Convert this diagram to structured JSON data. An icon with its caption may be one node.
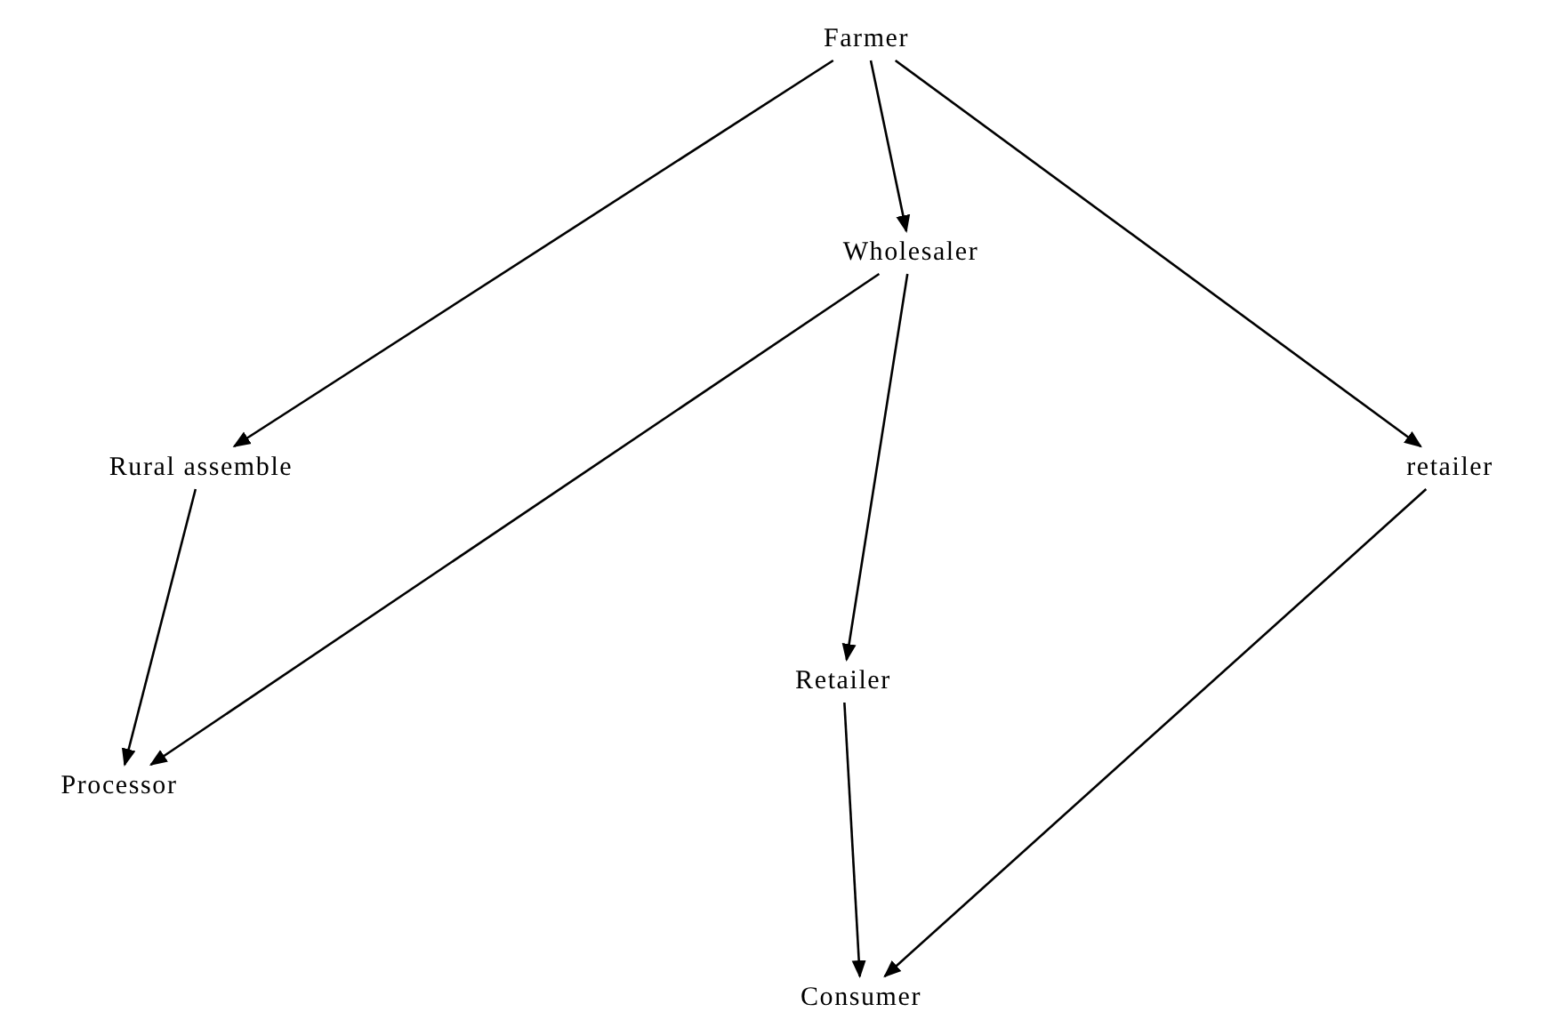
{
  "diagram": {
    "nodes": [
      {
        "text": [
          "Farmer"
        ]
      },
      {
        "text": [
          "Wholesaler"
        ]
      },
      {
        "text": [
          "Rural assemble"
        ]
      },
      {
        "text": [
          "retailer"
        ]
      },
      {
        "text": [
          "Retailer"
        ]
      },
      {
        "text": [
          "Processor"
        ]
      },
      {
        "text": [
          "Consumer"
        ]
      }
    ],
    "edges": [
      {
        "from": 0,
        "to": 2,
        "arrow": "to"
      },
      {
        "from": 0,
        "to": 1,
        "arrow": "to"
      },
      {
        "from": 0,
        "to": 3,
        "arrow": "to"
      },
      {
        "from": 1,
        "to": 5,
        "arrow": "to"
      },
      {
        "from": 1,
        "to": 4,
        "arrow": "to"
      },
      {
        "from": 2,
        "to": 5,
        "arrow": "to"
      },
      {
        "from": 4,
        "to": 6,
        "arrow": "to"
      },
      {
        "from": 3,
        "to": 6,
        "arrow": "to"
      }
    ]
  }
}
